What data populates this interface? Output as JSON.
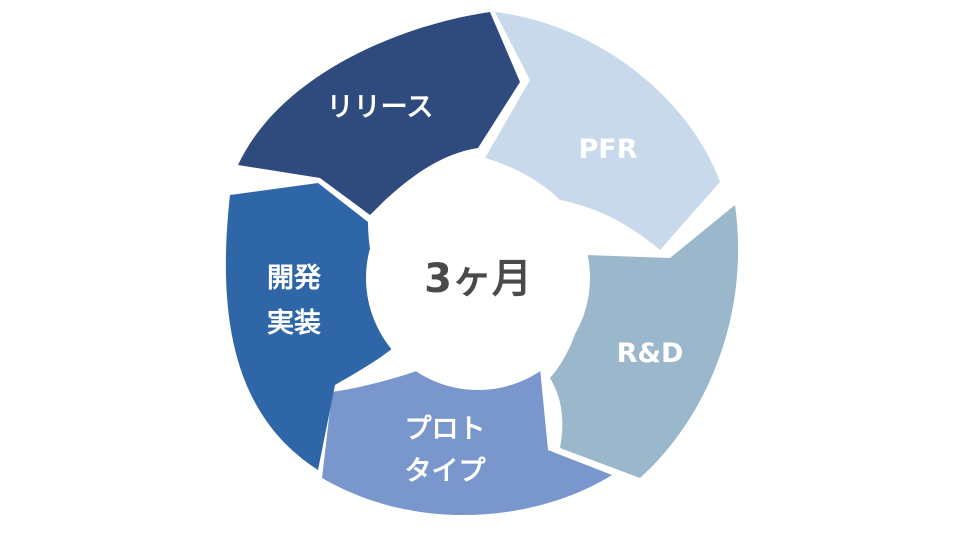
{
  "diagram": {
    "type": "cycle",
    "center_label": "3ヶ月",
    "segments": [
      {
        "id": "release",
        "lines": [
          "リリース"
        ],
        "color": "#2f4b7e"
      },
      {
        "id": "pfr",
        "lines": [
          "PFR"
        ],
        "color": "#c7d9ea"
      },
      {
        "id": "rnd",
        "lines": [
          "R&D"
        ],
        "color": "#9bb7cc"
      },
      {
        "id": "prototype",
        "lines": [
          "プロト",
          "タイプ"
        ],
        "color": "#7a97cd"
      },
      {
        "id": "dev",
        "lines": [
          "開発",
          "実装"
        ],
        "color": "#2e66a8"
      }
    ]
  }
}
